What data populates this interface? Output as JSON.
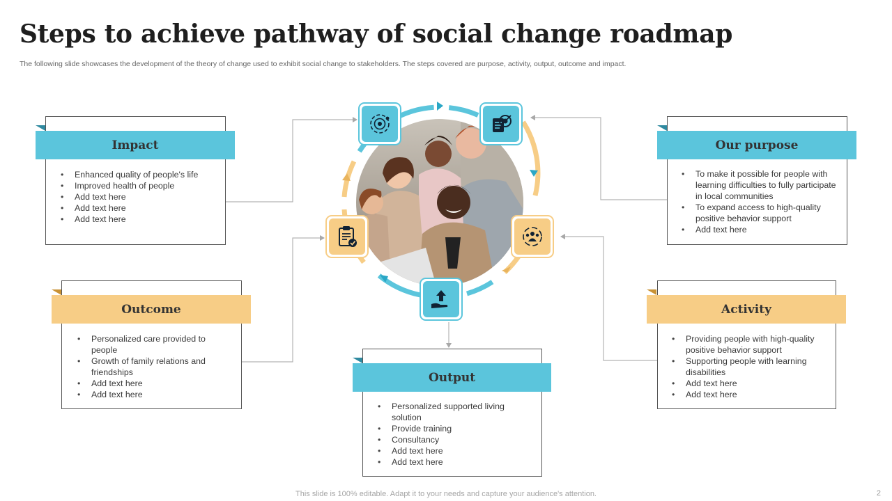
{
  "title": "Steps to achieve pathway of social change roadmap",
  "subtitle": "The following slide showcases the development of the theory of change used to exhibit social change to stakeholders. The steps covered are purpose, activity, output, outcome and impact.",
  "footer": "This slide is 100% editable. Adapt it to your needs and capture your audience's attention.",
  "page_number": "2",
  "colors": {
    "blue": "#5bc5dc",
    "gold": "#f7cd86",
    "border": "#555555",
    "connector": "#b4b4b4"
  },
  "steps": {
    "impact": {
      "label": "Impact",
      "bullets": [
        "Enhanced quality of people's life",
        "Improved  health of people",
        "Add text here",
        "Add text here",
        "Add text here"
      ]
    },
    "purpose": {
      "label": "Our purpose",
      "bullets": [
        "To make it possible for people with learning difficulties to fully participate in local communities",
        "To expand access to high-quality positive  behavior  support",
        "Add text here"
      ]
    },
    "outcome": {
      "label": "Outcome",
      "bullets": [
        "Personalized care provided to people",
        "Growth of family relations and friendships",
        "Add text here",
        "Add text here"
      ]
    },
    "activity": {
      "label": "Activity",
      "bullets": [
        "Providing people with high-quality positive behavior support",
        "Supporting people with learning disabilities",
        "Add text here",
        "Add text here"
      ]
    },
    "output": {
      "label": "Output",
      "bullets": [
        "Personalized supported living solution",
        "Provide  training",
        "Consultancy",
        "Add text here",
        "Add text here"
      ]
    }
  },
  "icons": {
    "top_left": "target-orbit-icon",
    "top_right": "document-target-icon",
    "left": "clipboard-check-icon",
    "right": "team-cycle-icon",
    "bottom": "hand-upload-icon"
  }
}
